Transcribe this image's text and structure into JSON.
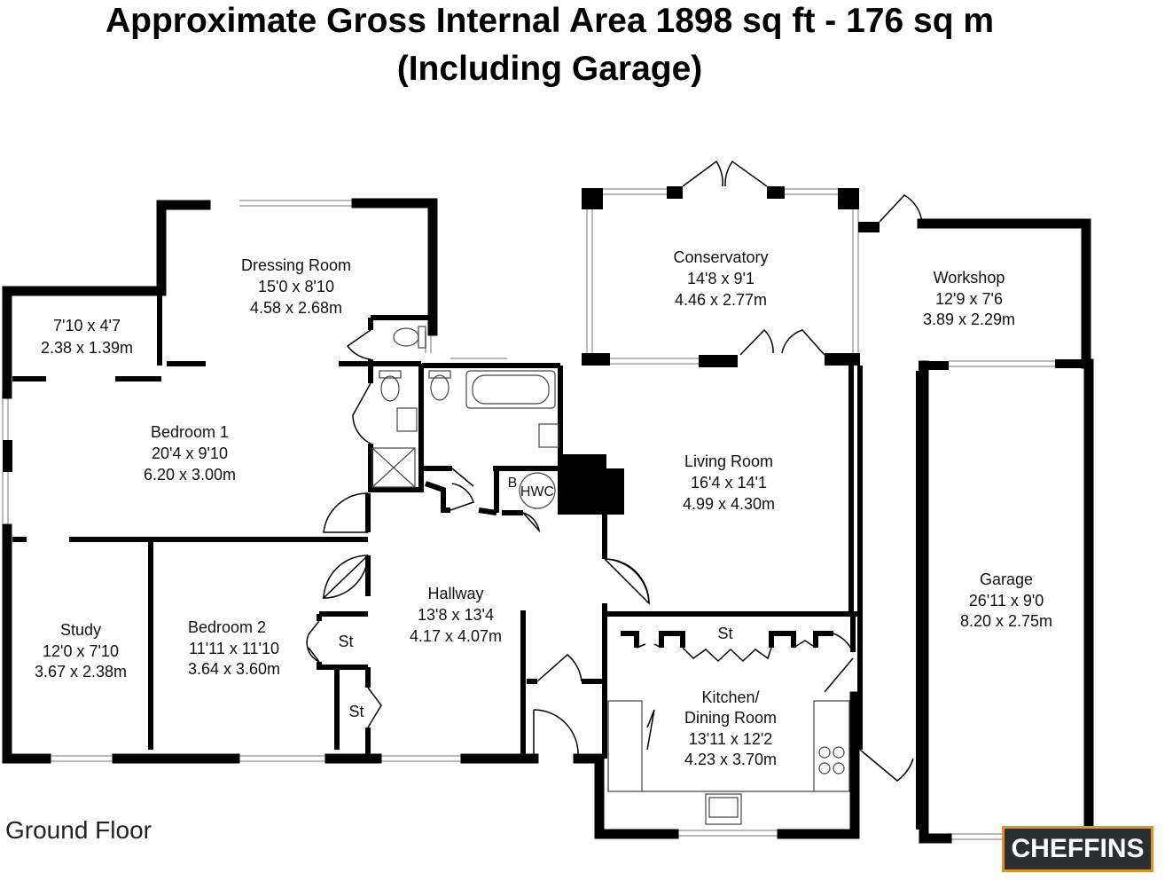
{
  "header": {
    "line1": "Approximate Gross Internal Area 1898 sq ft - 176 sq m",
    "line2": "(Including Garage)"
  },
  "floor_label": "Ground Floor",
  "brand": "CHEFFINS",
  "colors": {
    "wall": "#000000",
    "window": "#bbbbbb",
    "brand_bg": "#2a2f33",
    "brand_border": "#e0912b"
  },
  "rooms": {
    "dressing": {
      "name": "Dressing Room",
      "imperial": "15'0 x 8'10",
      "metric": "4.58 x 2.68m"
    },
    "store": {
      "imperial": "7'10 x 4'7",
      "metric": "2.38 x 1.39m"
    },
    "bedroom1": {
      "name": "Bedroom 1",
      "imperial": "20'4 x 9'10",
      "metric": "6.20 x 3.00m"
    },
    "conservatory": {
      "name": "Conservatory",
      "imperial": "14'8 x 9'1",
      "metric": "4.46 x 2.77m"
    },
    "workshop": {
      "name": "Workshop",
      "imperial": "12'9 x 7'6",
      "metric": "3.89 x 2.29m"
    },
    "living": {
      "name": "Living Room",
      "imperial": "16'4 x 14'1",
      "metric": "4.99 x 4.30m"
    },
    "garage": {
      "name": "Garage",
      "imperial": "26'11 x 9'0",
      "metric": "8.20 x 2.75m"
    },
    "hallway": {
      "name": "Hallway",
      "imperial": "13'8 x 13'4",
      "metric": "4.17 x 4.07m"
    },
    "study": {
      "name": "Study",
      "imperial": "12'0 x 7'10",
      "metric": "3.67 x 2.38m"
    },
    "bedroom2": {
      "name": "Bedroom 2",
      "imperial": "11'11 x 11'10",
      "metric": "3.64 x 3.60m"
    },
    "kitchen": {
      "name_line1": "Kitchen/",
      "name_line2": "Dining Room",
      "imperial": "13'11 x 12'2",
      "metric": "4.23 x 3.70m"
    }
  },
  "fixtures": {
    "boiler": "B",
    "hwc": "HWC",
    "store_1": "St",
    "store_2": "St",
    "store_3": "St"
  }
}
